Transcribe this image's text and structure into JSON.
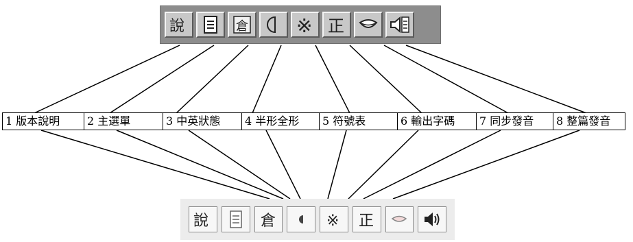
{
  "labels": [
    "1 版本說明",
    "2 主選單",
    "3 中英狀態",
    "4 半形全形",
    "5 符號表",
    "6 輸出字碼",
    "7 同步發音",
    "8 整篇發音"
  ],
  "icons": [
    {
      "name": "version-info-icon",
      "glyph": "說"
    },
    {
      "name": "main-menu-icon",
      "glyph": ""
    },
    {
      "name": "input-mode-icon",
      "glyph": "倉"
    },
    {
      "name": "half-full-width-icon",
      "glyph": ""
    },
    {
      "name": "symbol-table-icon",
      "glyph": "※"
    },
    {
      "name": "output-code-icon",
      "glyph": "正"
    },
    {
      "name": "sync-pronounce-icon",
      "glyph": ""
    },
    {
      "name": "full-text-pronounce-icon",
      "glyph": ""
    }
  ],
  "colors": {
    "line": "#000000",
    "top_toolbar_bg": "#8d8d8d",
    "bottom_toolbar_bg": "#ececec"
  }
}
